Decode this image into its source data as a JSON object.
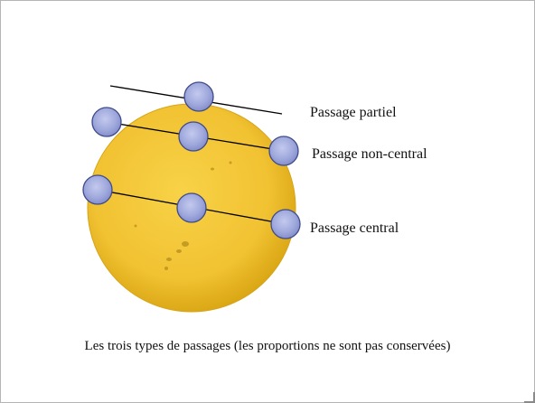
{
  "labels": {
    "partial": "Passage partiel",
    "non_central": "Passage non-central",
    "central": "Passage central"
  },
  "caption": "Les trois types de passages (les proportions ne sont pas conservées)",
  "colors": {
    "sun_center": "#f7cd3c",
    "sun_edge": "#d9a513",
    "planet_fill": "#9fa8dc",
    "planet_stroke": "#3e4a8a",
    "track_line": "#000000"
  },
  "icons": {
    "sun": "sun-disk",
    "planet": "venus-disk"
  }
}
